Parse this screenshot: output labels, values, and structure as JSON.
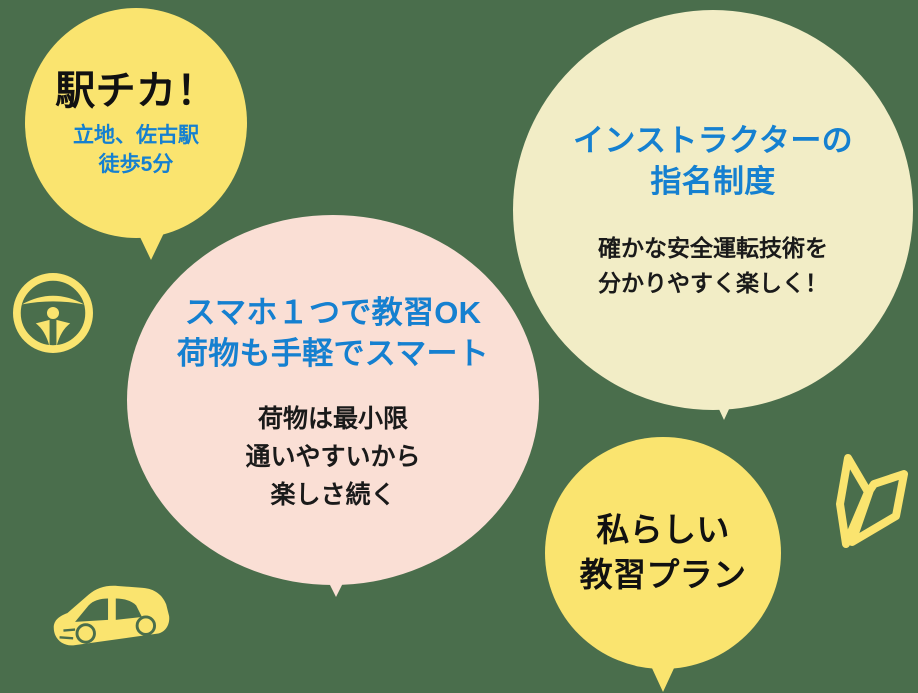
{
  "palette": {
    "background": "#4a6e4c",
    "yellow": "#fae46f",
    "pink": "#fadfd5",
    "cream": "#f2edc6",
    "blue_text": "#1580d0",
    "dark_text": "#111111"
  },
  "bubbles": [
    {
      "id": "station",
      "color": "#fae46f",
      "title": "駅チカ！",
      "subtitle": "立地、佐古駅\n徒歩5分",
      "title_color": "#111111",
      "subtitle_color": "#1580d0"
    },
    {
      "id": "smart",
      "color": "#fadfd5",
      "title": "スマホ１つで教習OK\n荷物も手軽でスマート",
      "subtitle": "荷物は最小限\n通いやすいから\n楽しさ続く",
      "title_color": "#1580d0",
      "subtitle_color": "#1a1a1a"
    },
    {
      "id": "instructor",
      "color": "#f2edc6",
      "title": "インストラクターの\n指名制度",
      "subtitle": "確かな安全運転技術を\n分かりやすく楽しく！",
      "title_color": "#1580d0",
      "subtitle_color": "#1a1a1a"
    },
    {
      "id": "plan",
      "color": "#fae46f",
      "title": "私らしい\n教習プラン",
      "subtitle": "",
      "title_color": "#111111",
      "subtitle_color": "#1a1a1a"
    }
  ],
  "decorations": [
    {
      "id": "steering-wheel",
      "name": "steering-wheel-icon",
      "color": "#fae46f"
    },
    {
      "id": "car",
      "name": "car-icon",
      "color": "#fae46f"
    },
    {
      "id": "beginner-mark",
      "name": "beginner-driver-mark-icon",
      "color": "#fae46f"
    }
  ]
}
